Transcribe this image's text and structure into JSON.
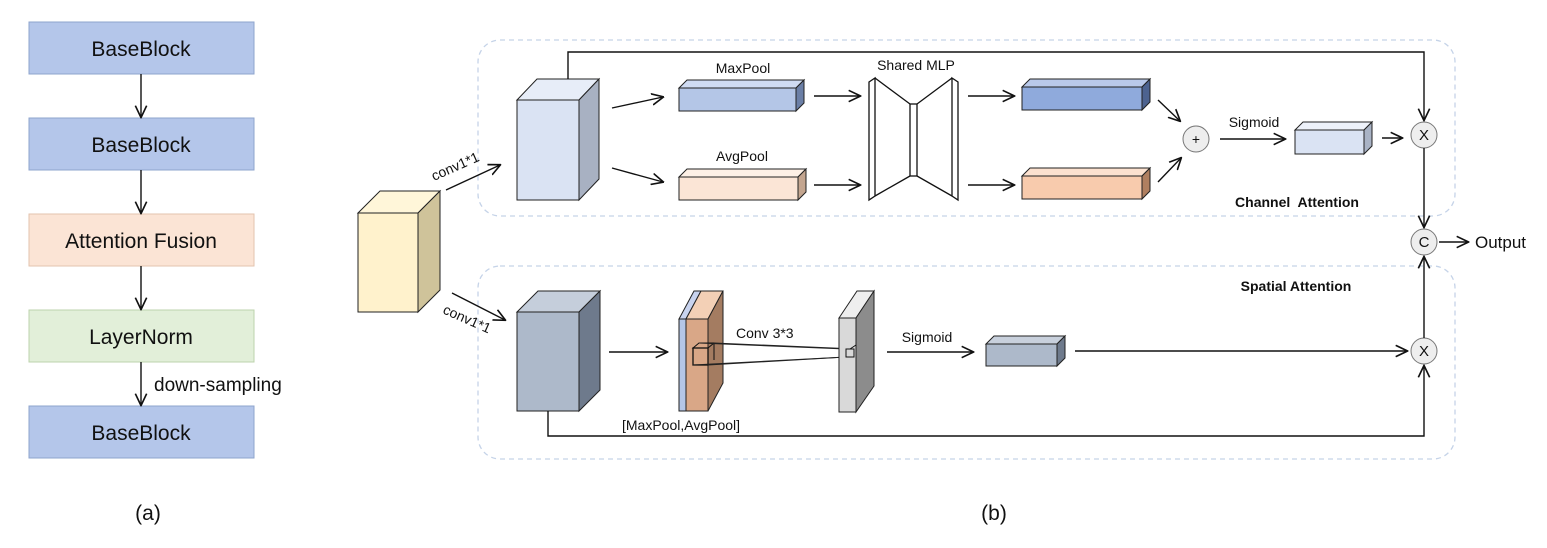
{
  "panel_a": {
    "blocks": [
      {
        "label": "BaseBlock",
        "fill": "#b4c6ea"
      },
      {
        "label": "BaseBlock",
        "fill": "#b4c6ea"
      },
      {
        "label": "Attention Fusion",
        "fill": "#fbe4d5"
      },
      {
        "label": "LayerNorm",
        "fill": "#e2efd9"
      },
      {
        "label": "BaseBlock",
        "fill": "#b4c6ea"
      }
    ],
    "downsampling_label": "down-sampling",
    "caption": "(a)"
  },
  "panel_b": {
    "conv_top_label": "conv1*1",
    "conv_bottom_label": "conv1*1",
    "maxpool_label": "MaxPool",
    "avgpool_label": "AvgPool",
    "shared_mlp_label": "Shared MLP",
    "sigmoid_top_label": "Sigmoid",
    "channel_attention_label": "Channel  Attention",
    "spatial_attention_label": "Spatial Attention",
    "conv33_label": "Conv 3*3",
    "sigmoid_bottom_label": "Sigmoid",
    "concat_pool_label": "[MaxPool,AvgPool]",
    "plus_symbol": "+",
    "multiply_symbol_top": "X",
    "multiply_symbol_bottom": "X",
    "concat_symbol": "C",
    "output_label": "Output",
    "caption": "(b)",
    "colors": {
      "input_cube": "#fff2cc",
      "top_cube": "#dae3f3",
      "bottom_cube": "#adb9ca",
      "maxpool": "#b4c6e7",
      "avgpool": "#fbe5d6",
      "mlp_out_top": "#8faadc",
      "mlp_out_bottom": "#f8cbad",
      "channel_weight": "#dae3f3",
      "spatial_weight": "#adb9ca",
      "dashed_border": "#c5d3e8"
    }
  }
}
